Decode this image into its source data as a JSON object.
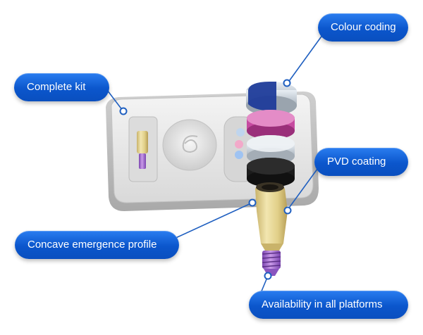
{
  "callouts": {
    "colour_coding": "Colour coding",
    "complete_kit": "Complete kit",
    "pvd_coating": "PVD coating",
    "concave_profile": "Concave emergence profile",
    "availability": "Availability in all platforms"
  },
  "colors": {
    "callout_blue": "#0b56cc",
    "leader_line": "#1f5fc0",
    "tray": "#e6e6e6",
    "cap_blue": "#1f3c9a",
    "cap_pink": "#c64aa0",
    "cap_black": "#1c1c1c",
    "abutment_gold": "#e3d28a",
    "screw_purple": "#a16ad0"
  }
}
